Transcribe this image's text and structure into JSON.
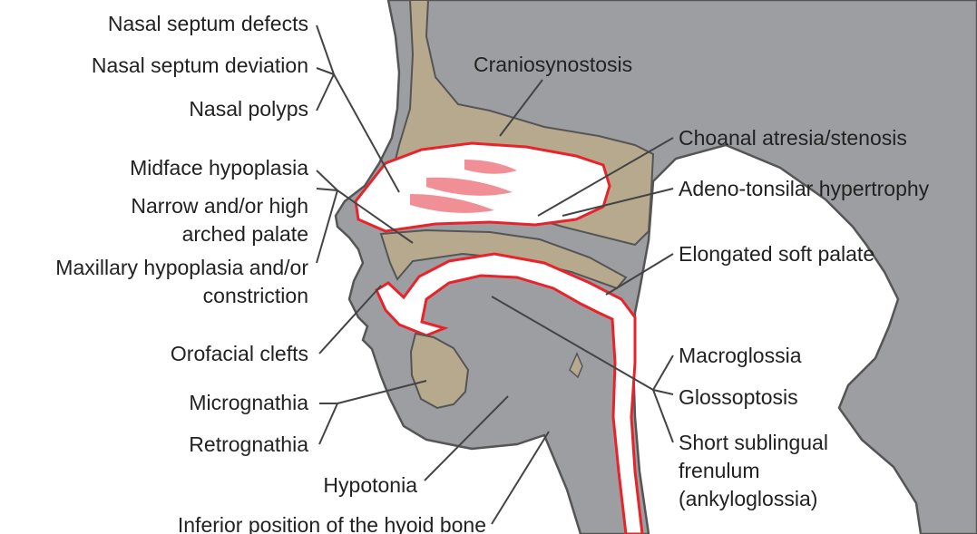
{
  "labels": {
    "nasal_septum_defects": "Nasal septum defects",
    "nasal_septum_deviation": "Nasal septum deviation",
    "nasal_polyps": "Nasal polyps",
    "midface_hypoplasia": "Midface hypoplasia",
    "narrow_palate_line1": "Narrow and/or high",
    "narrow_palate_line2": "arched palate",
    "maxillary_line1": "Maxillary hypoplasia and/or",
    "maxillary_line2": "constriction",
    "orofacial_clefts": "Orofacial clefts",
    "micrognathia": "Micrognathia",
    "retrognathia": "Retrognathia",
    "hypotonia": "Hypotonia",
    "hyoid": "Inferior position of the hyoid bone",
    "craniosynostosis": "Craniosynostosis",
    "choanal": "Choanal atresia/stenosis",
    "adeno_tonsilar": "Adeno-tonsilar hypertrophy",
    "soft_palate": "Elongated soft palate",
    "macroglossia": "Macroglossia",
    "glossoptosis": "Glossoptosis",
    "frenulum_line1": "Short sublingual",
    "frenulum_line2": "frenulum",
    "frenulum_line3": "(ankyloglossia)"
  },
  "colors": {
    "head": "#9d9ea1",
    "bone": "#b6a98e",
    "airway": "#ffffff",
    "outline": "#e8232a",
    "turbinate": "#f08f96",
    "leader": "#444444",
    "text": "#222222"
  }
}
